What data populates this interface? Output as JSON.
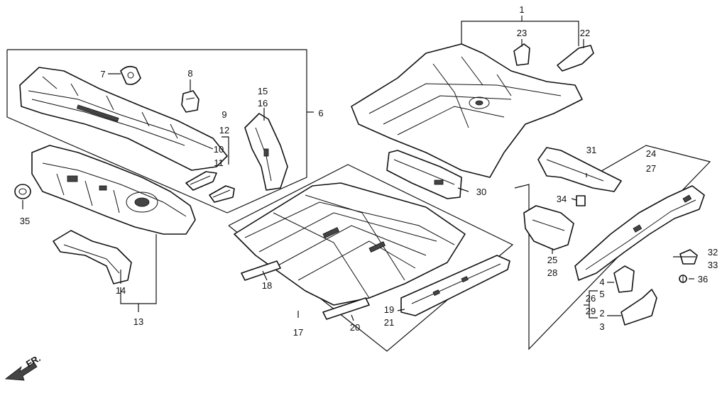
{
  "diagram": {
    "callouts": [
      "1",
      "2",
      "3",
      "4",
      "5",
      "6",
      "7",
      "8",
      "9",
      "10",
      "11",
      "12",
      "13",
      "14",
      "15",
      "16",
      "17",
      "18",
      "19",
      "20",
      "21",
      "22",
      "23",
      "24",
      "25",
      "26",
      "27",
      "28",
      "29",
      "30",
      "31",
      "32",
      "33",
      "34",
      "35",
      "36"
    ],
    "direction_marker": "FR."
  }
}
